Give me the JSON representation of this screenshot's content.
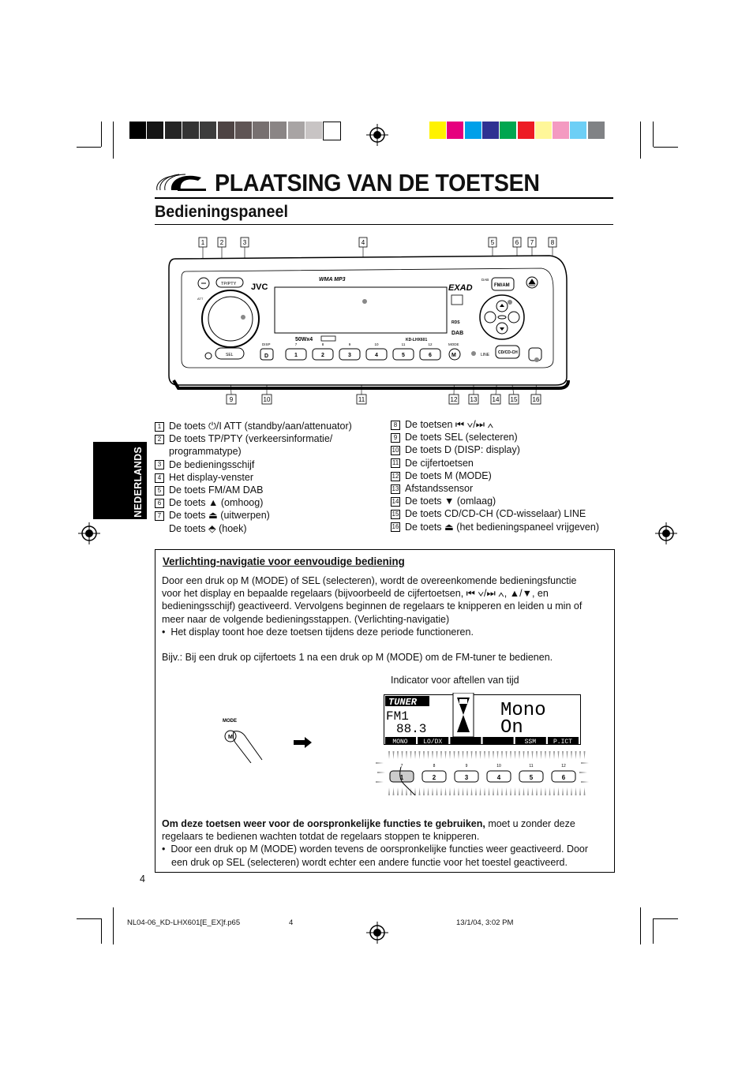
{
  "page": {
    "title": "PLAATSING VAN DE TOETSEN",
    "subtitle": "Bedieningspaneel",
    "language_tab": "NEDERLANDS",
    "page_number": "4",
    "footer_left": "NL04-06_KD-LHX601[E_EX]f.p65",
    "footer_center": "4",
    "footer_right": "13/1/04, 3:02 PM"
  },
  "colors": {
    "grayscale_swatches": [
      "#000000",
      "#151515",
      "#262626",
      "#333333",
      "#3c3c3c",
      "#4e4444",
      "#5f5555",
      "#777070",
      "#8a8585",
      "#a8a4a4",
      "#c8c4c4",
      "#ffffff"
    ],
    "color_swatches": [
      "#fff200",
      "#e6007e",
      "#00a0e9",
      "#2e3192",
      "#00a650",
      "#ed1c24",
      "#fff799",
      "#f49ac1",
      "#6dcff6",
      "#808285"
    ]
  },
  "faceplate": {
    "brand": "JVC",
    "format_text": "WMA  MP3",
    "exad": "EXAD",
    "dab_label": "DAB",
    "fm_button": "FM/AM",
    "power_label": "ATT",
    "tp_button": "TP/PTY",
    "disp_label": "DISP",
    "sel_button": "SEL",
    "d_button": "D",
    "power_rating": "50Wx4",
    "model": "KD-LHX601",
    "mode_label": "MODE",
    "m_button": "M",
    "line_label": "LINE",
    "cd_button": "CD/CD-CH",
    "rds_label": "RDS",
    "dab_logo": "DAB",
    "preset_top": [
      "7",
      "8",
      "9",
      "10",
      "11",
      "12"
    ],
    "preset_buttons": [
      "1",
      "2",
      "3",
      "4",
      "5",
      "6"
    ],
    "callouts_top": [
      "1",
      "2",
      "3",
      "4",
      "5",
      "6",
      "7",
      "8"
    ],
    "callouts_bottom": [
      "9",
      "10",
      "11",
      "12",
      "13",
      "14",
      "15",
      "16"
    ]
  },
  "legend_left": [
    {
      "n": "1",
      "text": "De toets ⏻/I ATT (standby/aan/attenuator)"
    },
    {
      "n": "2",
      "text": "De toets TP/PTY (verkeersinformatie/"
    },
    {
      "n": "",
      "text": "programmatype)"
    },
    {
      "n": "3",
      "text": "De bedieningsschijf"
    },
    {
      "n": "4",
      "text": "Het display-venster"
    },
    {
      "n": "5",
      "text": "De toets FM/AM DAB"
    },
    {
      "n": "6",
      "text": "De toets ▲ (omhoog)"
    },
    {
      "n": "7",
      "text": "De toets ⏏ (uitwerpen)"
    },
    {
      "n": "",
      "text": "De toets ⬘ (hoek)"
    }
  ],
  "legend_right": [
    {
      "n": "8",
      "text": "De toetsen ⏮ ∨/⏭ ∧"
    },
    {
      "n": "9",
      "text": "De toets SEL (selecteren)"
    },
    {
      "n": "10",
      "text": "De toets D (DISP: display)"
    },
    {
      "n": "11",
      "text": "De cijfertoetsen"
    },
    {
      "n": "12",
      "text": "De toets M (MODE)"
    },
    {
      "n": "13",
      "text": "Afstandssensor"
    },
    {
      "n": "14",
      "text": "De toets ▼ (omlaag)"
    },
    {
      "n": "15",
      "text": "De toets CD/CD-CH (CD-wisselaar) LINE"
    },
    {
      "n": "16",
      "text": "De toets ⏏ (het bedieningspaneel vrijgeven)"
    }
  ],
  "box": {
    "heading": "Verlichting-navigatie voor eenvoudige bediening",
    "p1": [
      "Door een druk op M (MODE) of SEL (selecteren), wordt de overeenkomende bedieningsfunctie",
      "voor het display en bepaalde regelaars (bijvoorbeeld de cijfertoetsen, ⏮ ∨/⏭ ∧, ▲/▼, en",
      "bedieningsschijf) geactiveerd. Vervolgens beginnen de regelaars te knipperen en leiden u min of",
      "meer naar de volgende bedieningsstappen. (Verlichting-navigatie)"
    ],
    "bullet1": "Het display toont hoe deze toetsen tijdens deze periode functioneren.",
    "example": "Bijv.: Bij een druk op cijfertoets 1 na een druk op M (MODE) om de FM-tuner te bedienen.",
    "indicator_label": "Indicator voor aftellen van tijd",
    "mode_label": "MODE",
    "m_button": "M",
    "lcd": {
      "tuner": "TUNER",
      "band": "FM1",
      "freq": "88.3",
      "big1": "Mono",
      "big2": "On",
      "bottom": [
        "MONO",
        "LO/DX",
        "",
        "",
        "SSM",
        "P.ICT"
      ]
    },
    "preset_top": [
      "7",
      "8",
      "9",
      "10",
      "11",
      "12"
    ],
    "preset_buttons": [
      "1",
      "2",
      "3",
      "4",
      "5",
      "6"
    ],
    "p2_bold": "Om deze toetsen weer voor de oorspronkelijke functies te gebruiken,",
    "p2_rest": " moet u zonder deze",
    "p2_line2": "regelaars te bedienen wachten totdat de regelaars stoppen te knipperen.",
    "bullet2": [
      "Door een druk op M (MODE) worden tevens de oorspronkelijke functies weer geactiveerd. Door",
      "een druk op SEL (selecteren) wordt echter een andere functie voor het toestel geactiveerd."
    ]
  }
}
